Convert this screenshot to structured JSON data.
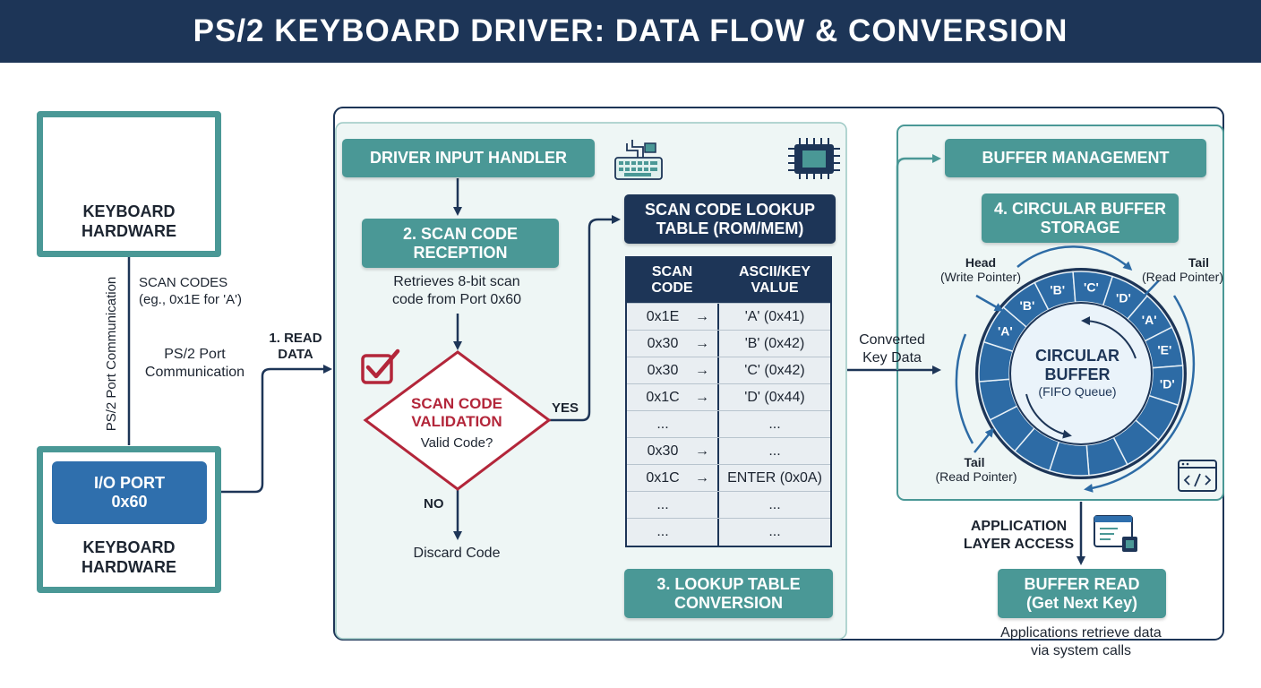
{
  "title": "PS/2 KEYBOARD DRIVER: DATA FLOW & CONVERSION",
  "hardware": {
    "top_label": "KEYBOARD\nHARDWARE",
    "bottom_label": "KEYBOARD\nHARDWARE",
    "io_port": "I/O PORT\n0x60",
    "vertical_label": "PS/2 Port Communication",
    "scan_codes_label": "SCAN CODES\n(eg., 0x1E for 'A')",
    "ps2_label": "PS/2 Port\nCommunication",
    "read_label": "1. READ\nDATA"
  },
  "driver": {
    "handler": "DRIVER INPUT HANDLER",
    "reception": "2. SCAN CODE\nRECEPTION",
    "reception_desc": "Retrieves 8-bit scan\ncode from Port 0x60",
    "validation": "SCAN CODE\nVALIDATION",
    "validation_question": "Valid Code?",
    "yes": "YES",
    "no": "NO",
    "discard": "Discard Code"
  },
  "lookup": {
    "title": "SCAN CODE LOOKUP\nTABLE (ROM/MEM)",
    "columns": [
      "SCAN\nCODE",
      "ASCII/KEY\nVALUE"
    ],
    "arrow": "→",
    "rows": [
      {
        "code": "0x1E",
        "value": "'A' (0x41)"
      },
      {
        "code": "0x30",
        "value": "'B' (0x42)"
      },
      {
        "code": "0x30",
        "value": "'C' (0x42)"
      },
      {
        "code": "0x1C",
        "value": "'D' (0x44)"
      },
      {
        "code": "...",
        "value": "..."
      },
      {
        "code": "0x30",
        "value": "..."
      },
      {
        "code": "0x1C",
        "value": "ENTER (0x0A)"
      },
      {
        "code": "...",
        "value": "..."
      },
      {
        "code": "...",
        "value": "..."
      }
    ],
    "conversion": "3. LOOKUP TABLE\nCONVERSION"
  },
  "converted_label": "Converted\nKey Data",
  "buffer": {
    "management": "BUFFER MANAGEMENT",
    "storage": "4. CIRCULAR BUFFER\nSTORAGE",
    "head_label": "Head",
    "head_sub": "(Write Pointer)",
    "tail_top_label": "Tail",
    "tail_top_sub": "(Read Pointer)",
    "tail_bottom_label": "Tail",
    "tail_bottom_sub": "(Read Pointer)",
    "center_title": "CIRCULAR\nBUFFER",
    "center_sub": "(FIFO Queue)",
    "segments": [
      "'A'",
      "'B'",
      "'B'",
      "'C'",
      "'D'",
      "'A'",
      "'E'",
      "'D'",
      "",
      "",
      "",
      "",
      "",
      "",
      "",
      ""
    ]
  },
  "app": {
    "access_label": "APPLICATION\nLAYER ACCESS",
    "read_box": "BUFFER READ\n(Get Next Key)",
    "read_desc": "Applications retrieve data\nvia system calls"
  },
  "colors": {
    "navy": "#1d3557",
    "teal": "#4a9896",
    "blue": "#2f6fad",
    "ring_blue": "#2d6ba5",
    "validation_red": "#b3263a",
    "panel_bg": "#eef6f5"
  }
}
